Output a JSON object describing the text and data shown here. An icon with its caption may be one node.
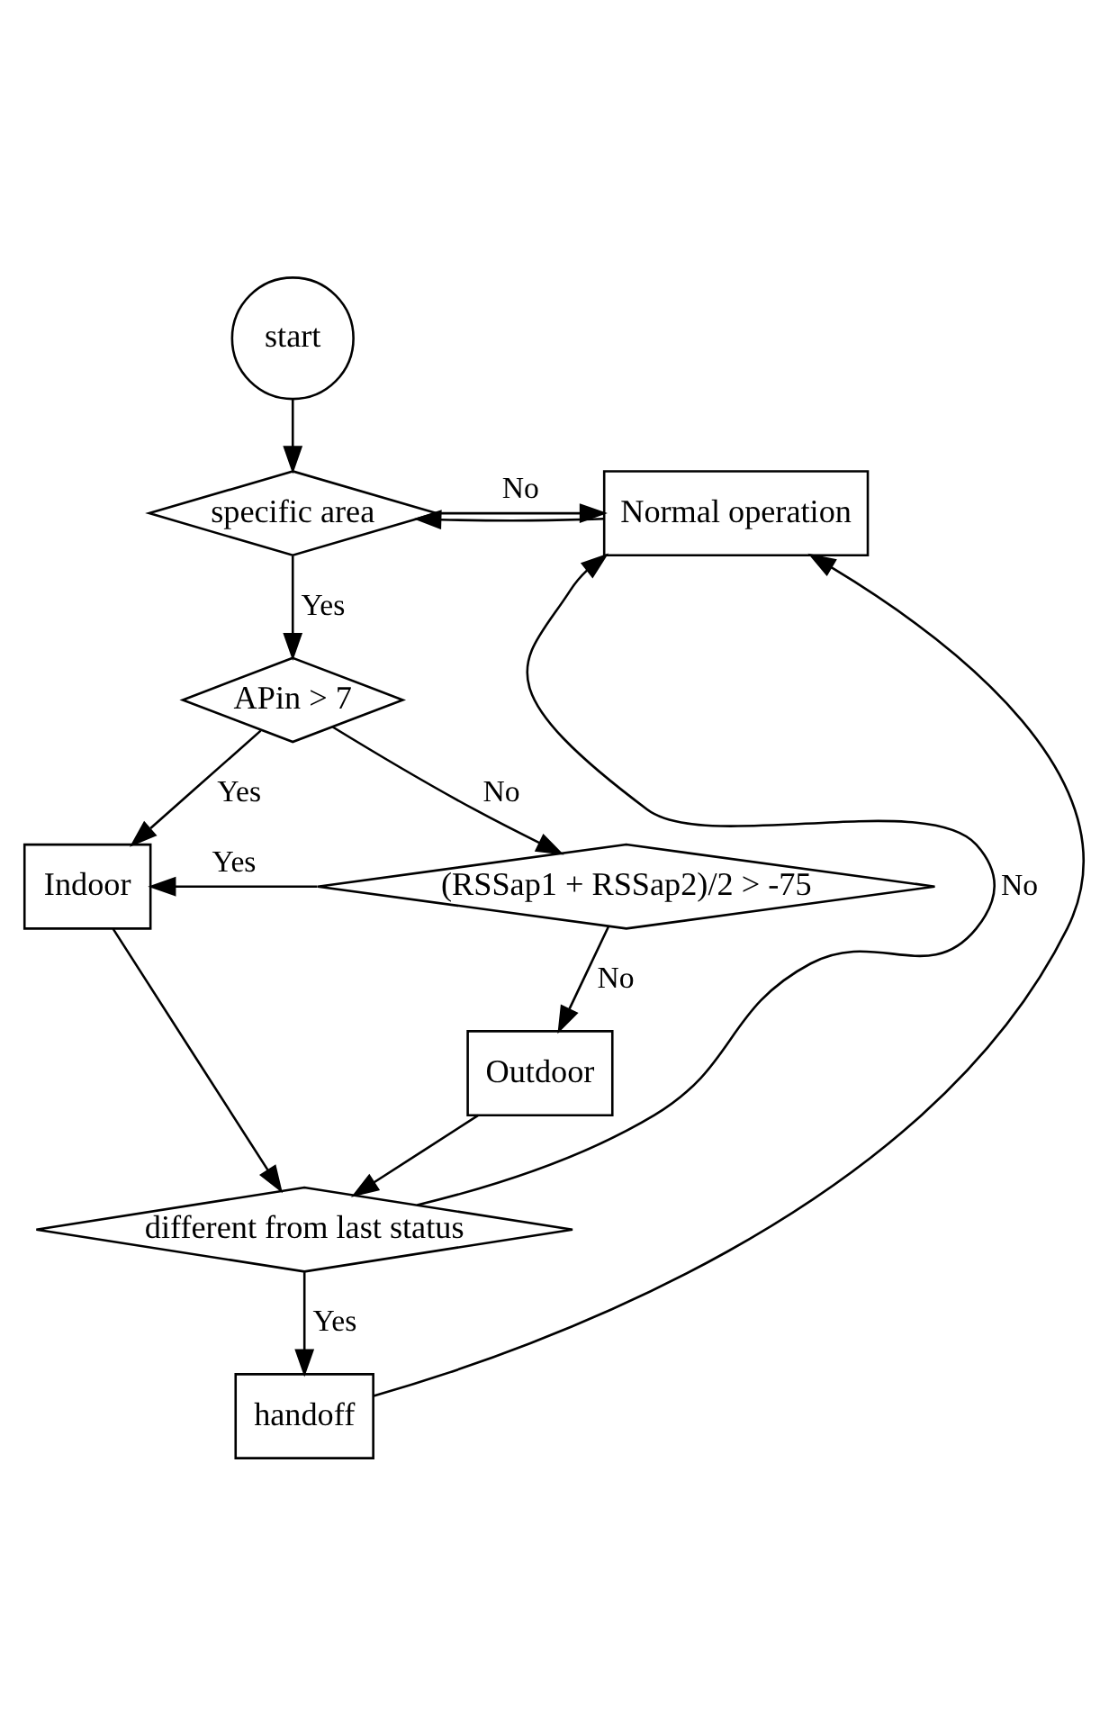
{
  "diagram": {
    "nodes": [
      {
        "text": [
          "start"
        ]
      },
      {
        "text": [
          "specific area"
        ]
      },
      {
        "text": [
          "Normal operation"
        ]
      },
      {
        "text": [
          "APin > 7"
        ]
      },
      {
        "text": [
          "Indoor"
        ]
      },
      {
        "text": [
          "(RSSap1 + RSSap2)/2 > -75"
        ]
      },
      {
        "text": [
          "Outdoor"
        ]
      },
      {
        "text": [
          "different from last status"
        ]
      },
      {
        "text": [
          "handoff"
        ]
      }
    ],
    "edges": [
      {
        "from": 0,
        "to": 1,
        "arrow": "to"
      },
      {
        "from": 2,
        "to": 1,
        "arrow": "to"
      },
      {
        "from": 1,
        "to": 2,
        "arrow": "to",
        "label": "No"
      },
      {
        "from": 1,
        "to": 3,
        "arrow": "to",
        "label": "Yes"
      },
      {
        "from": 3,
        "to": 4,
        "arrow": "to",
        "label": "Yes"
      },
      {
        "from": 3,
        "to": 5,
        "arrow": "to",
        "label": "No"
      },
      {
        "from": 5,
        "to": 4,
        "arrow": "to",
        "label": "Yes"
      },
      {
        "from": 5,
        "to": 6,
        "arrow": "to",
        "label": "No"
      },
      {
        "from": 4,
        "to": 7,
        "arrow": "to"
      },
      {
        "from": 6,
        "to": 7,
        "arrow": "to"
      },
      {
        "from": 7,
        "to": 2,
        "arrow": "to",
        "label": "No"
      },
      {
        "from": 7,
        "to": 8,
        "arrow": "to",
        "label": "Yes"
      },
      {
        "from": 8,
        "to": 2,
        "arrow": "to"
      }
    ]
  }
}
